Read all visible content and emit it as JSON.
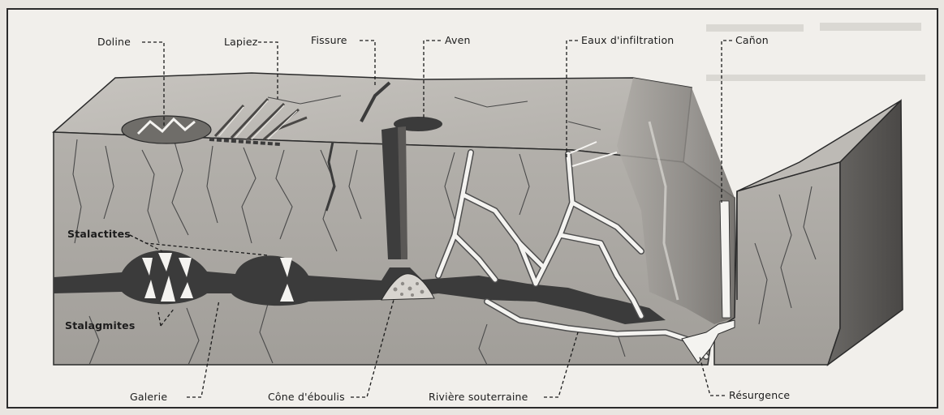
{
  "labels": {
    "doline": "Doline",
    "lapiez": "Lapiez",
    "fissure": "Fissure",
    "aven": "Aven",
    "eaux": "Eaux d'infiltration",
    "canon": "Cañon",
    "stalactites": "Stalactites",
    "stalagmites": "Stalagmites",
    "galerie": "Galerie",
    "cone": "Cône d'éboulis",
    "riviere": "Rivière souterraine",
    "resurgence": "Résurgence"
  },
  "colors": {
    "page": "#f1efeb",
    "block_top": "#bdbab5",
    "block_front": "#a8a5a0",
    "block_side": "#5a5855",
    "gallery": "#3b3b3b",
    "water": "#f4f3f0"
  }
}
